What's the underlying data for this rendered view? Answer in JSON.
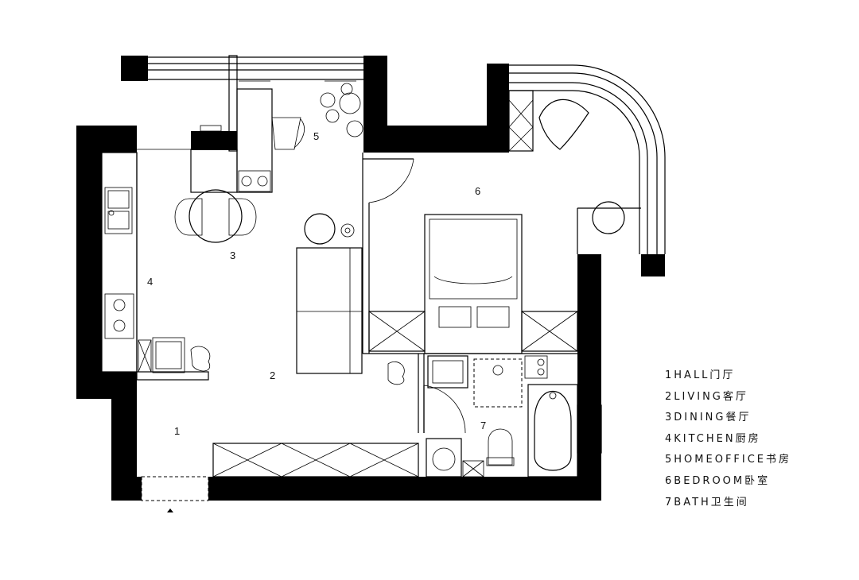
{
  "rooms": [
    {
      "num": "1",
      "label": "1HALL门厅"
    },
    {
      "num": "2",
      "label": "2LIVING客厅"
    },
    {
      "num": "3",
      "label": "3DINING餐厅"
    },
    {
      "num": "4",
      "label": "4KITCHEN厨房"
    },
    {
      "num": "5",
      "label": "5HOMEOFFICE书房"
    },
    {
      "num": "6",
      "label": "6BEDROOM卧室"
    },
    {
      "num": "7",
      "label": "7BATH卫生间"
    }
  ],
  "colors": {
    "wall": "#000000",
    "line": "#000000",
    "background": "#ffffff"
  }
}
